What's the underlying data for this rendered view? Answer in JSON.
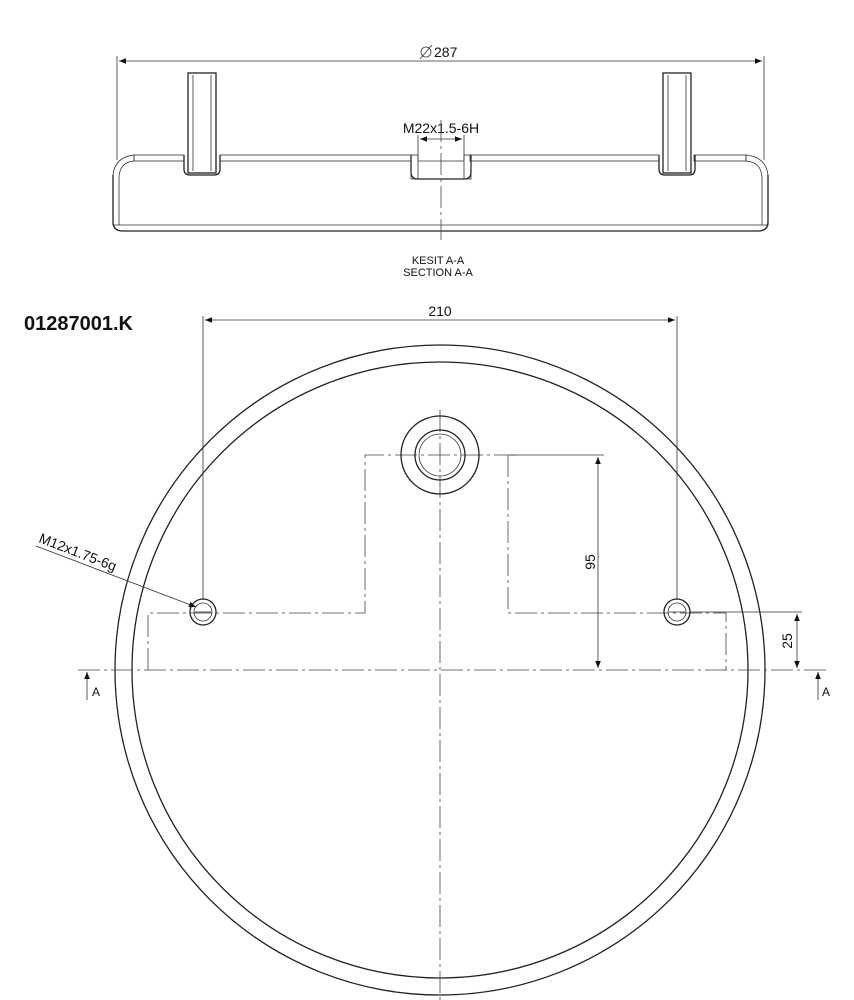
{
  "drawing": {
    "part_number": "01287001.K",
    "section_title_tr": "KESIT A-A",
    "section_title_en": "SECTION A-A"
  },
  "dimensions": {
    "overall_diameter": "287",
    "center_thread": "M22x1.5-6H",
    "bolt_spacing": "210",
    "vertical_offset": "95",
    "bolt_offset": "25",
    "bolt_thread": "M12x1.75-6g"
  },
  "section_markers": {
    "left": "A",
    "right": "A"
  },
  "colors": {
    "line": "#222222",
    "background": "#ffffff"
  }
}
